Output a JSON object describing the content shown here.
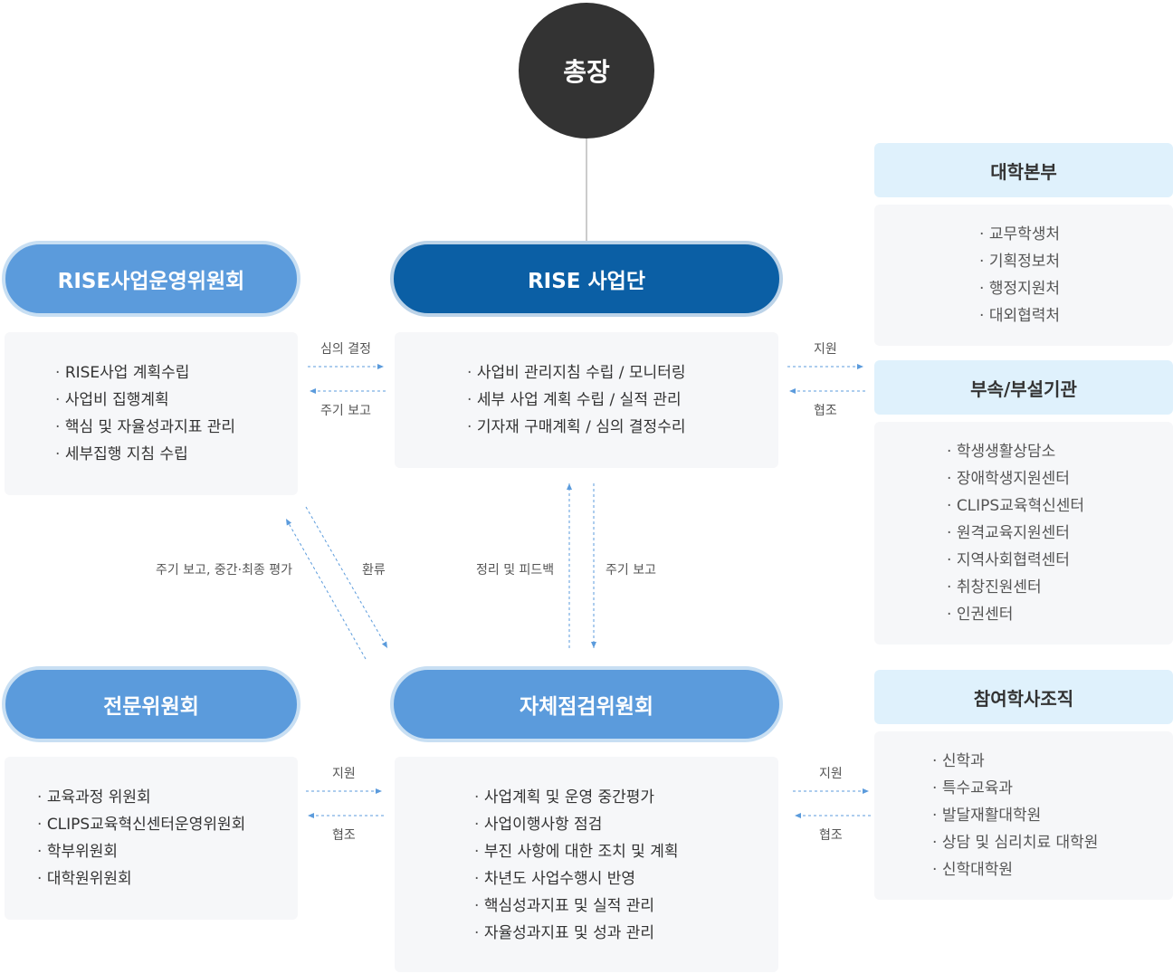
{
  "president": "총장",
  "committees": {
    "operation": {
      "title": "RISE사업운영위원회",
      "items": [
        "RISE사업 계획수립",
        "사업비 집행계획",
        "핵심 및 자율성과지표 관리",
        "세부집행 지침 수립"
      ]
    },
    "project_group": {
      "title": "RISE 사업단",
      "items": [
        "사업비 관리지침 수립 / 모니터링",
        "세부 사업 계획 수립 / 실적 관리",
        "기자재 구매계획 / 심의 결정수리"
      ]
    },
    "expert": {
      "title": "전문위원회",
      "items": [
        "교육과정 위원회",
        "CLIPS교육혁신센터운영위원회",
        "학부위원회",
        "대학원위원회"
      ]
    },
    "self_check": {
      "title": "자체점검위원회",
      "items": [
        "사업계획 및 운영 중간평가",
        "사업이행사항 점검",
        "부진 사항에 대한 조치 및 계획",
        "차년도 사업수행시 반영",
        "핵심성과지표 및 실적 관리",
        "자율성과지표 및 성과 관리"
      ]
    }
  },
  "right": {
    "headquarters": {
      "title": "대학본부",
      "items": [
        "교무학생처",
        "기획정보처",
        "행정지원처",
        "대외협력처"
      ]
    },
    "affiliated": {
      "title": "부속/부설기관",
      "items": [
        "학생생활상담소",
        "장애학생지원센터",
        "CLIPS교육혁신센터",
        "원격교육지원센터",
        "지역사회협력센터",
        "취창진원센터",
        "인권센터"
      ]
    },
    "departments": {
      "title": "참여학사조직",
      "items": [
        "신학과",
        "특수교육과",
        "발달재활대학원",
        "상담 및 심리치료 대학원",
        "신학대학원"
      ]
    }
  },
  "labels": {
    "deliberation": "심의 결정",
    "periodic_report_1": "주기 보고",
    "support_1": "지원",
    "cooperation_1": "협조",
    "periodic_eval": "주기 보고, 중간·최종 평가",
    "feedback_return": "환류",
    "summary_feedback": "정리 및 피드백",
    "periodic_report_2": "주기 보고",
    "support_2": "지원",
    "cooperation_2": "협조",
    "support_3": "지원",
    "cooperation_3": "협조"
  },
  "colors": {
    "dark_blue": "#0b5fa5",
    "light_blue": "#5b9bdc",
    "header_bg": "#dff1fc",
    "box_bg": "#f6f7f9",
    "arrow": "#5b9bdc"
  }
}
